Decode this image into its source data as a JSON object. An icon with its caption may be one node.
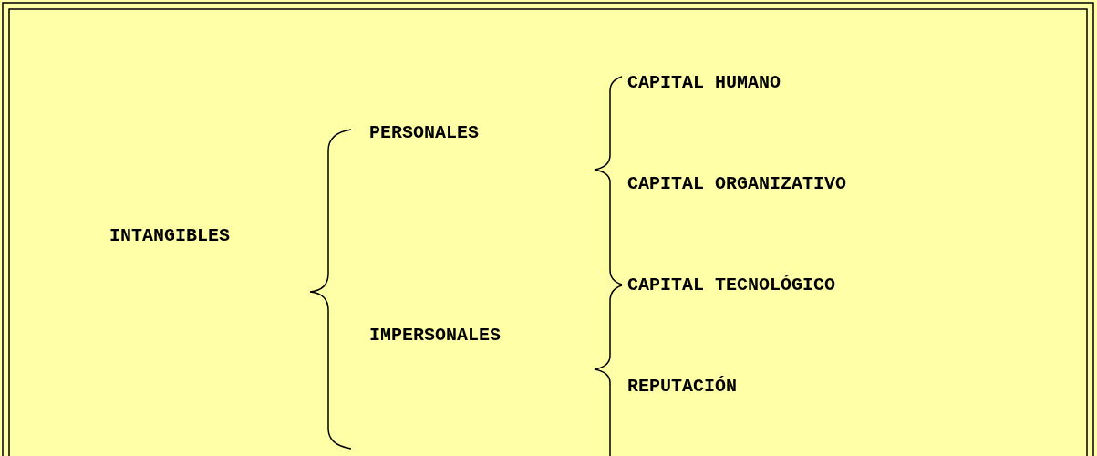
{
  "diagram": {
    "labels": [
      "CAPITAL HUMANO",
      "PERSONALES",
      "CAPITAL ORGANIZATIVO",
      "INTANGIBLES",
      "CAPITAL TECNOLÓGICO",
      "IMPERSONALES",
      "REPUTACIÓN"
    ]
  }
}
